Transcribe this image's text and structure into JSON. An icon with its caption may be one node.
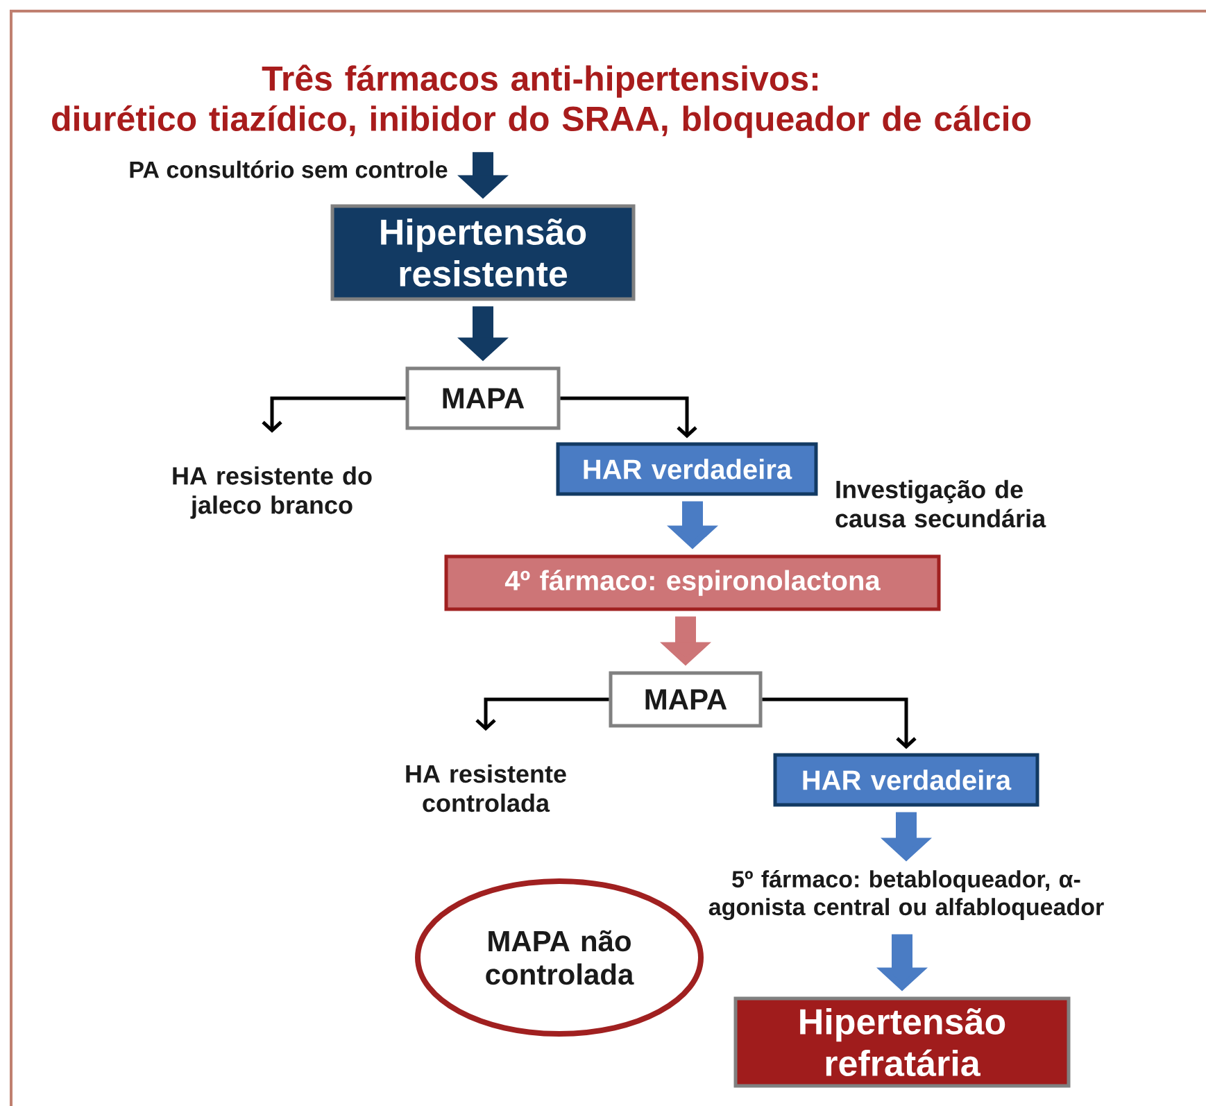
{
  "diagram": {
    "nodes": [
      {
        "text": [
          "Três fármacos anti-hipertensivos:",
          "diurético tiazídico, inibidor do SRAA, bloqueador de cálcio"
        ]
      },
      {
        "text": [
          "Hipertensão resistente"
        ]
      },
      {
        "text": [
          "MAPA"
        ]
      },
      {
        "text": [
          "HA resistente do jaleco branco"
        ]
      },
      {
        "text": [
          "HAR verdadeira"
        ],
        "beside": [
          "Investigação de causa secundária"
        ]
      },
      {
        "text": [
          "4º fármaco: espironolactona"
        ]
      },
      {
        "text": [
          "MAPA"
        ]
      },
      {
        "text": [
          "HA resistente controlada"
        ]
      },
      {
        "text": [
          "HAR verdadeira"
        ]
      },
      {
        "text": [
          "5º fármaco: betabloqueador, α-agonista central ou alfabloqueador"
        ]
      },
      {
        "text": [
          "MAPA não controlada"
        ]
      },
      {
        "text": [
          "Hipertensão refratária"
        ]
      }
    ],
    "edges": [
      {
        "from": 0,
        "to": 1,
        "arrow": "to",
        "label": "PA consultório sem controle",
        "color": "#123a63"
      },
      {
        "from": 1,
        "to": 2,
        "arrow": "to",
        "color": "#123a63"
      },
      {
        "from": 2,
        "to": 3,
        "arrow": "to"
      },
      {
        "from": 2,
        "to": 4,
        "arrow": "to"
      },
      {
        "from": 4,
        "to": 5,
        "arrow": "to",
        "color": "#4a7cc4"
      },
      {
        "from": 5,
        "to": 6,
        "arrow": "to",
        "color": "#cd7577"
      },
      {
        "from": 6,
        "to": 7,
        "arrow": "to"
      },
      {
        "from": 6,
        "to": 8,
        "arrow": "to"
      },
      {
        "from": 8,
        "to": 9,
        "arrow": "to",
        "color": "#4a7cc4"
      },
      {
        "from": 9,
        "to": 11,
        "arrow": "to",
        "color": "#4a7cc4"
      }
    ]
  }
}
